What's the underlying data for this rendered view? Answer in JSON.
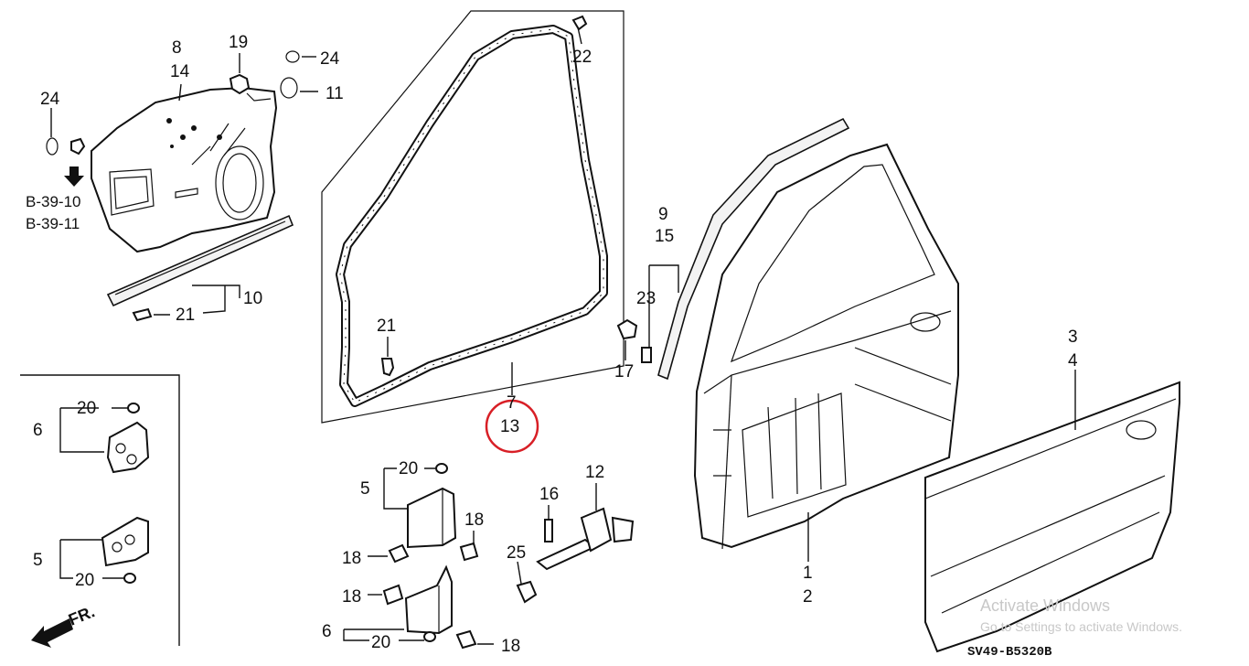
{
  "labels": {
    "p8": "8",
    "p14": "14",
    "p19": "19",
    "p24a": "24",
    "p11": "11",
    "p24b": "24",
    "ref1": "B-39-10",
    "ref2": "B-39-11",
    "p21a": "21",
    "p10": "10",
    "p22": "22",
    "p21b": "21",
    "p7": "7",
    "p13": "13",
    "p9": "9",
    "p15": "15",
    "p23": "23",
    "p17": "17",
    "p3": "3",
    "p4": "4",
    "p1": "1",
    "p2": "2",
    "p20a": "20",
    "p6a": "6",
    "p5a": "5",
    "p20b": "20",
    "p20c": "20",
    "p5b": "5",
    "p18a": "18",
    "p18b": "18",
    "p18c": "18",
    "p6b": "6",
    "p20d": "20",
    "p18d": "18",
    "p16": "16",
    "p12": "12",
    "p25": "25",
    "front": "FR.",
    "diagram_code": "SV49-B5320B"
  },
  "highlight": {
    "label": "13",
    "color": "#d81f26"
  },
  "watermark": {
    "line1": "Activate Windows",
    "line2": "Go to Settings to activate Windows."
  }
}
